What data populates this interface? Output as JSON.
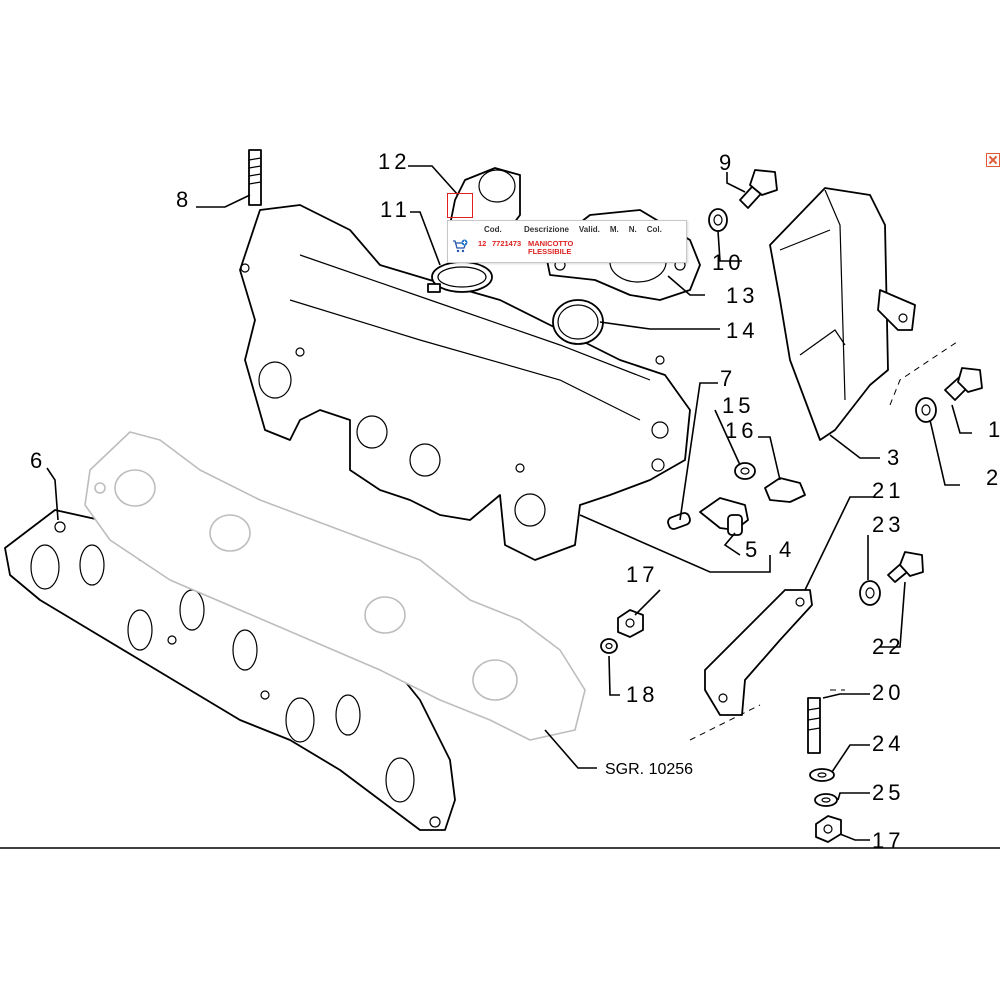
{
  "callouts": {
    "c1": "1",
    "c2": "2",
    "c3": "3",
    "c4": "4",
    "c5": "5",
    "c6": "6",
    "c7": "7",
    "c8": "8",
    "c9": "9",
    "c10": "10",
    "c11": "11",
    "c12": "12",
    "c13": "13",
    "c14": "14",
    "c15": "15",
    "c16": "16",
    "c17a": "17",
    "c17b": "17",
    "c18": "18",
    "c20": "20",
    "c21": "21",
    "c22": "22",
    "c23": "23",
    "c24": "24",
    "c25": "25"
  },
  "reference": "SGR. 10256",
  "popup": {
    "headers": {
      "cod": "Cod.",
      "descrizione": "Descrizione",
      "valid": "Valid.",
      "m": "M.",
      "n": "N.",
      "col": "Col."
    },
    "row": {
      "ref": "12",
      "code": "7721473",
      "desc_line1": "MANICOTTO",
      "desc_line2": "FLESSIBILE"
    }
  },
  "colors": {
    "highlight": "#e02020",
    "popup_text": "#d22222",
    "close": "#e05a36"
  },
  "icons": {
    "cart": "add-to-cart-icon",
    "close": "close-icon"
  }
}
